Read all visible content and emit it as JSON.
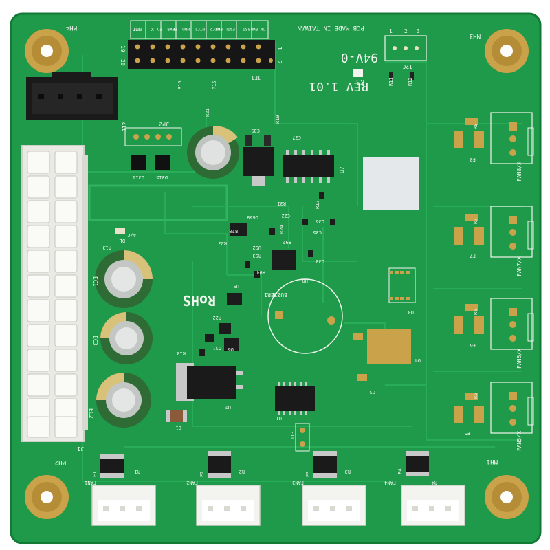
{
  "colors": {
    "board": "#1f9a4a",
    "board_dark": "#137a36",
    "trace": "#28a955",
    "silkscreen": "#f2f5ee",
    "gold": "#c9a24a",
    "connector_white": "#f3f3ef",
    "black_part": "#1c1c1c",
    "capacitor_green": "#2f6b35",
    "capacitor_gold": "#d8c27a"
  },
  "labels": {
    "mh1": "MH1",
    "mh2": "MH2",
    "mh3": "MH3",
    "mh4": "MH4",
    "rohs": "RoHS",
    "rev": "REV 1.01",
    "grade": "94V-0",
    "pcb_made": "PCB MADE IN TAIWAN",
    "buzzer": "BUZZER1",
    "fan1": "FAN1",
    "fan2": "FAN2",
    "fan3": "FAN3",
    "fan4": "FAN4",
    "fan5": "FAN5/X",
    "fan6": "FAN6/X",
    "fan7": "FAN7/X",
    "fan8": "FAN8/X",
    "jf1": "JF1",
    "j1": "J1",
    "j12": "J12",
    "j13": "J13",
    "jp2": "JP2",
    "i2c": "I2C",
    "u1": "U1",
    "u2": "U2",
    "u3": "U3",
    "u4": "U4",
    "u6": "U6",
    "u7": "U7",
    "u8": "U8",
    "u9": "U9",
    "u92": "U92",
    "ec1": "EC1",
    "ec2": "EC2",
    "ec3": "EC3",
    "d315": "D315",
    "d316": "D316",
    "d31": "D31",
    "dl": "DL",
    "ac": "A/C",
    "f1": "F1",
    "f2": "F2",
    "f3": "F3",
    "f4": "F4",
    "f5": "F5",
    "f6": "F6",
    "f7": "F7",
    "f8": "F8",
    "r1": "R1",
    "r2": "R2",
    "r3": "R3",
    "r4": "R4",
    "r5": "R5",
    "r6": "R6",
    "r7": "R7",
    "r8": "R8",
    "r11": "R11",
    "r12": "R12",
    "r13": "R13",
    "r15": "R15",
    "r16": "R16",
    "r17": "R17",
    "r18": "R18",
    "r19": "R19",
    "r20": "R20",
    "r21": "R21",
    "r22": "R22",
    "r23": "R23",
    "r24": "R24",
    "r31": "R31",
    "r92": "R92",
    "r93": "R93",
    "r94": "R94",
    "c1": "C1",
    "c3": "C3",
    "c22": "C22",
    "c33": "C33",
    "c35": "C35",
    "c36": "C36",
    "c37": "C37",
    "c39": "C39",
    "c659": "C659",
    "pin19": "19",
    "pin20": "20",
    "pin1": "1",
    "pin2": "2",
    "hdr_on_pwr": "ON PWR",
    "hdr_rst": "RST",
    "hdr_fail_pwr": "FAIL PWR",
    "hdr_nic2": "NIC2",
    "hdr_nic1": "NIC1",
    "hdr_hdd_led": "HDD LED",
    "hdr_pwr_led": "PWR LED",
    "hdr_x": "X",
    "hdr_nmi": "NMI",
    "i2c_1": "1",
    "i2c_2": "2",
    "i2c_3": "3",
    "k3": "K3"
  }
}
